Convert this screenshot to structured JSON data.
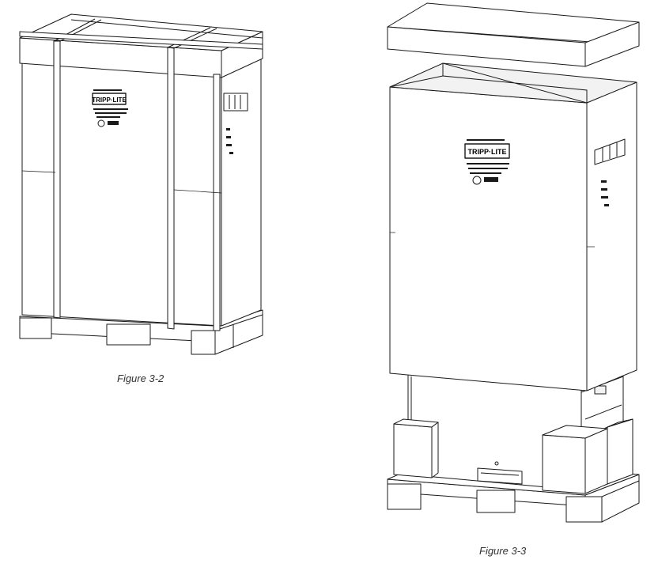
{
  "figures": [
    {
      "caption": "Figure 3-2",
      "brand_logo": "TRIPP·LITE"
    },
    {
      "caption": "Figure 3-3",
      "brand_logo": "TRIPP·LITE"
    }
  ],
  "colors": {
    "line": "#1a1a1a",
    "background": "#ffffff",
    "caption": "#333333"
  }
}
